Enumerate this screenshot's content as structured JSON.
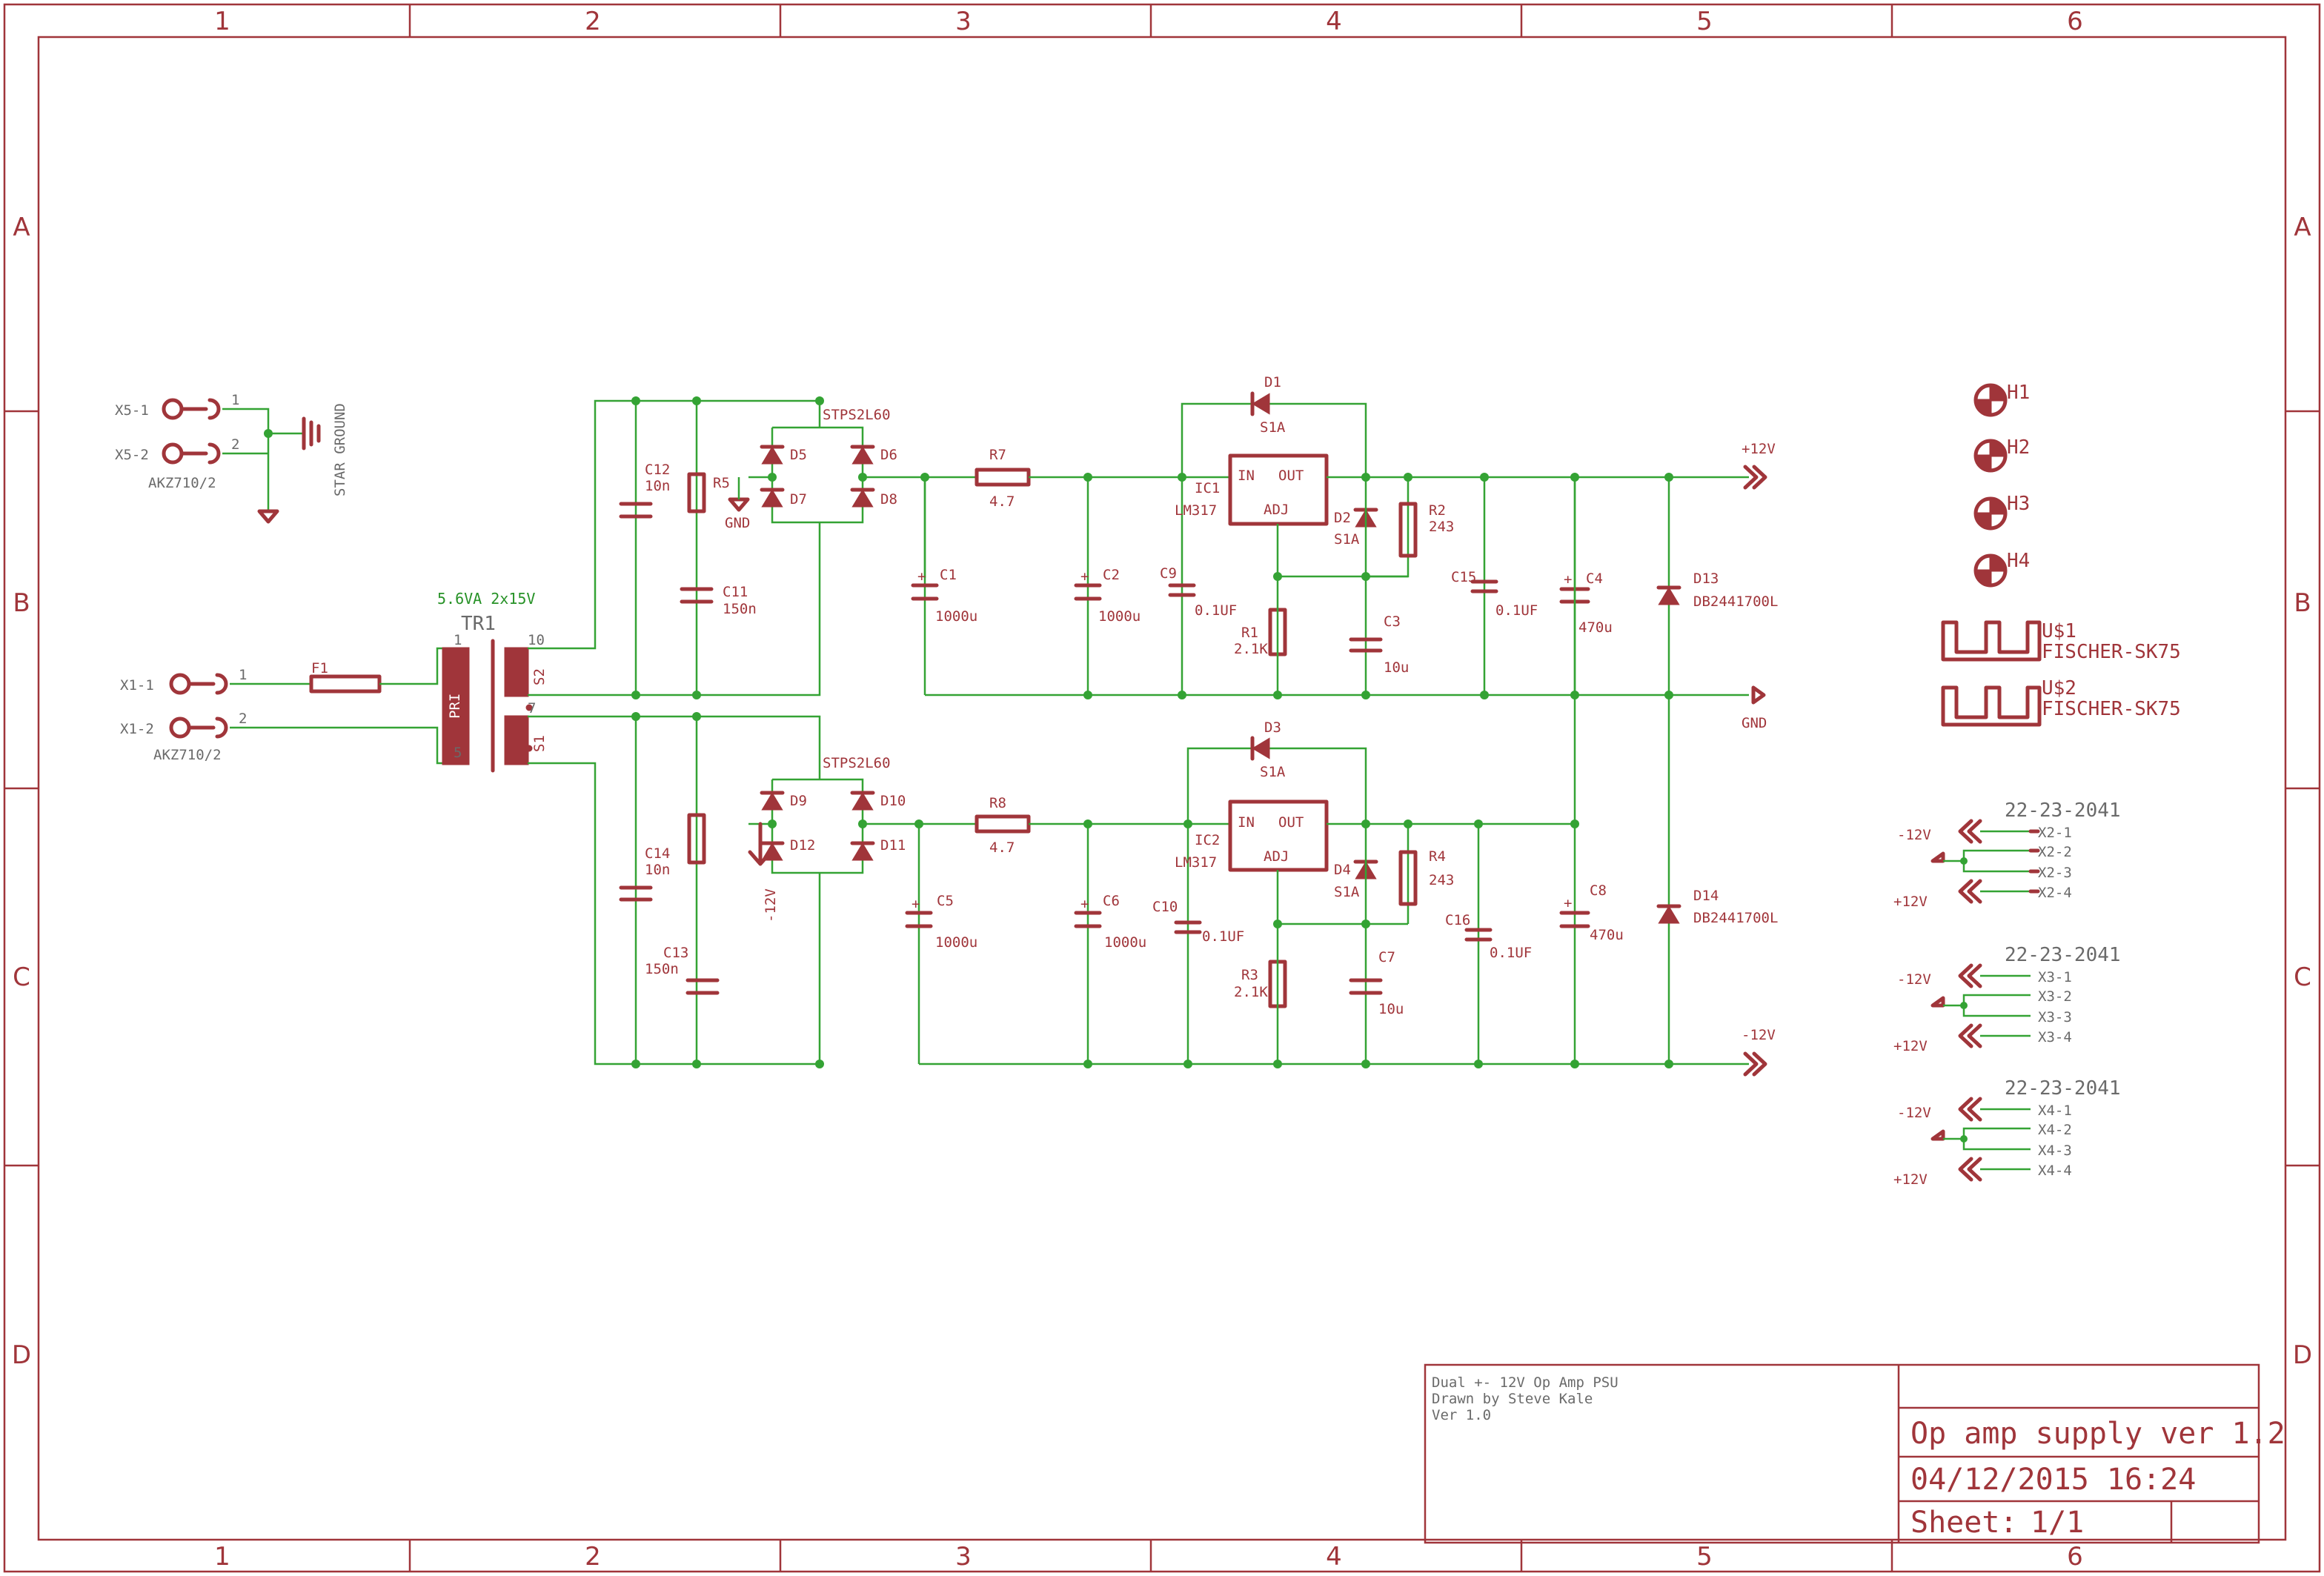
{
  "frame": {
    "columns": [
      "1",
      "2",
      "3",
      "4",
      "5",
      "6"
    ],
    "rows": [
      "A",
      "B",
      "C",
      "D"
    ]
  },
  "title_block": {
    "description_lines": [
      "Dual +- 12V Op Amp PSU",
      "Drawn by Steve Kale",
      "Ver 1.0"
    ],
    "title": "Op amp supply ver 1.2",
    "date": "04/12/2015 16:24",
    "sheet_label": "Sheet:",
    "sheet_value": "1/1"
  },
  "labels": {
    "x5_1": "X5-1",
    "x5_2": "X5-2",
    "x5_part": "AKZ710/2",
    "pin1": "1",
    "pin2": "2",
    "star_ground": "STAR GROUND",
    "x1_1": "X1-1",
    "x1_2": "X1-2",
    "x1_part": "AKZ710/2",
    "f1": "F1",
    "tr_rating": "5.6VA 2x15V",
    "tr_name": "TR1",
    "tr_pri": "PRI",
    "tr_s1": "S1",
    "tr_s2": "S2",
    "tr_p1": "1",
    "tr_p5": "5",
    "tr_p10": "10",
    "tr_p7": "7",
    "stps_top": "STPS2L60",
    "stps_bot": "STPS2L60",
    "c12": "C12",
    "c12v": "10n",
    "r5": "R5",
    "gnd_small": "GND",
    "c11": "C11",
    "c11v": "150n",
    "d5": "D5",
    "d6": "D6",
    "d7": "D7",
    "d8": "D8",
    "c14": "C14",
    "c14v": "10n",
    "c13": "C13",
    "c13v": "150n",
    "d9": "D9",
    "d10": "D10",
    "d11": "D11",
    "d12": "D12",
    "neg12_small": "-12V",
    "r7": "R7",
    "r7v": "4.7",
    "r8": "R8",
    "r8v": "4.7",
    "c1": "C1",
    "c1v": "1000u",
    "c2": "C2",
    "c2v": "1000u",
    "c5": "C5",
    "c5v": "1000u",
    "c6": "C6",
    "c6v": "1000u",
    "c9": "C9",
    "c9v": "0.1UF",
    "c10": "C10",
    "c10v": "0.1UF",
    "ic1": "IC1",
    "ic1p": "LM317",
    "ic2": "IC2",
    "ic2p": "LM317",
    "in": "IN",
    "out": "OUT",
    "adj": "ADJ",
    "d1": "D1",
    "d1v": "S1A",
    "d2": "D2",
    "d2v": "S1A",
    "d3": "D3",
    "d3v": "S1A",
    "d4": "D4",
    "d4v": "S1A",
    "r1": "R1",
    "r1v": "2.1K",
    "r2": "R2",
    "r2v": "243",
    "r3": "R3",
    "r3v": "2.1K",
    "r4": "R4",
    "r4v": "243",
    "c3": "C3",
    "c3v": "10u",
    "c7": "C7",
    "c7v": "10u",
    "c15": "C15",
    "c15v": "0.1UF",
    "c16": "C16",
    "c16v": "0.1UF",
    "c4": "C4",
    "c4v": "470u",
    "c8": "C8",
    "c8v": "470u",
    "d13": "D13",
    "d13v": "DB2441700L",
    "d14": "D14",
    "d14v": "DB2441700L",
    "pos12": "+12V",
    "gnd": "GND",
    "neg12": "-12V",
    "plus": "+",
    "h1": "H1",
    "h2": "H2",
    "h3": "H3",
    "h4": "H4",
    "u1": "U$1",
    "u1v": "FISCHER-SK75",
    "u2": "U$2",
    "u2v": "FISCHER-SK75"
  },
  "connectors": [
    {
      "part": "22-23-2041",
      "pins": [
        "X2-1",
        "X2-2",
        "X2-3",
        "X2-4"
      ],
      "neg": "-12V",
      "pos": "+12V"
    },
    {
      "part": "22-23-2041",
      "pins": [
        "X3-1",
        "X3-2",
        "X3-3",
        "X3-4"
      ],
      "neg": "-12V",
      "pos": "+12V"
    },
    {
      "part": "22-23-2041",
      "pins": [
        "X4-1",
        "X4-2",
        "X4-3",
        "X4-4"
      ],
      "neg": "-12V",
      "pos": "+12V"
    }
  ]
}
